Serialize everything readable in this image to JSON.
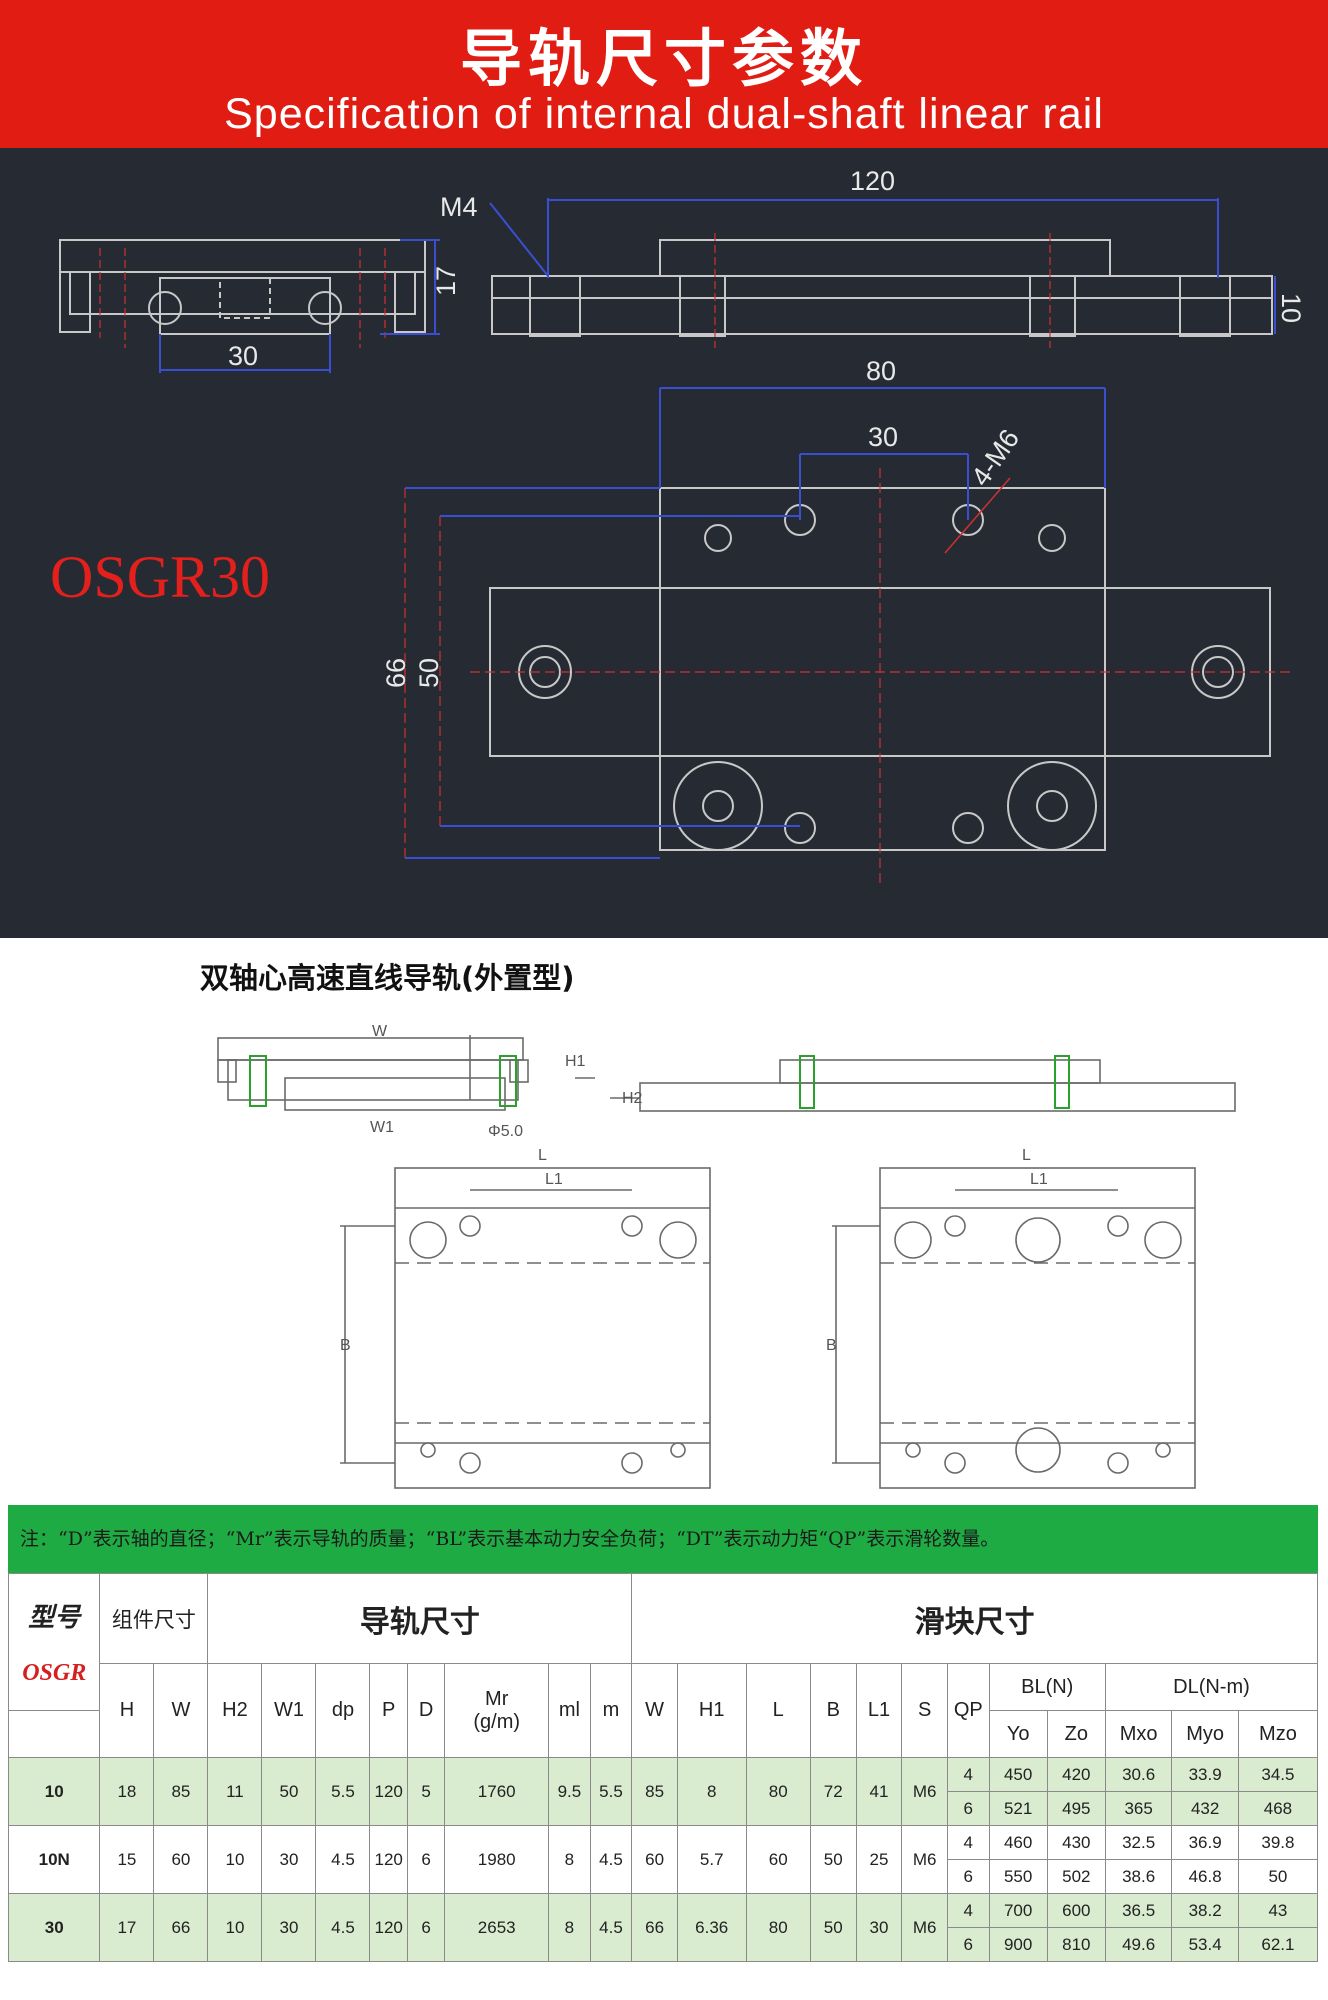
{
  "banner": {
    "title_cn": "导轨尺寸参数",
    "title_en": "Specification of internal dual-shaft linear rail"
  },
  "drawing_top": {
    "model_label": "OSGR30",
    "dims": {
      "d120": "120",
      "m4": "M4",
      "d17": "17",
      "d10": "10",
      "d30a": "30",
      "d80": "80",
      "d30b": "30",
      "d4m6": "4-M6",
      "d66": "66",
      "d50": "50"
    }
  },
  "drawing_bottom": {
    "subtitle": "双轴心高速直线导轨(外置型)",
    "labels": {
      "w": "W",
      "h1": "H1",
      "h2": "H2",
      "w1": "W1",
      "phi": "Φ5.0",
      "l": "L",
      "l1": "L1",
      "b": "B"
    }
  },
  "note": "注：“D”表示轴的直径；“Mr”表示导轨的质量；“BL”表示基本动力安全负荷；“DT”表示动力矩“QP”表示滑轮数量。",
  "table": {
    "model_header": "型号",
    "model_series": "OSGR",
    "assembly_header": "组件尺寸",
    "rail_header": "导轨尺寸",
    "slider_header": "滑块尺寸",
    "cols": {
      "H": "H",
      "W": "W",
      "H2": "H2",
      "W1": "W1",
      "dp": "dp",
      "P": "P",
      "D": "D",
      "Mr": "Mr",
      "Mr_unit": "(g/m)",
      "ml": "ml",
      "m": "m",
      "W_s": "W",
      "H1": "H1",
      "L": "L",
      "B": "B",
      "L1": "L1",
      "S": "S",
      "QP": "QP",
      "BL": "BL(N)",
      "DL": "DL(N-m)",
      "Yo": "Yo",
      "Zo": "Zo",
      "Mxo": "Mxo",
      "Myo": "Myo",
      "Mzo": "Mzo"
    },
    "rows": [
      {
        "model": "10",
        "H": "18",
        "W": "85",
        "H2": "11",
        "W1": "50",
        "dp": "5.5",
        "P": "120",
        "D": "5",
        "Mr": "1760",
        "ml": "9.5",
        "m": "5.5",
        "Ws": "85",
        "H1": "8",
        "L": "80",
        "B": "72",
        "L1": "41",
        "S": "M6",
        "sub": [
          {
            "QP": "4",
            "Yo": "450",
            "Zo": "420",
            "Mxo": "30.6",
            "Myo": "33.9",
            "Mzo": "34.5"
          },
          {
            "QP": "6",
            "Yo": "521",
            "Zo": "495",
            "Mxo": "365",
            "Myo": "432",
            "Mzo": "468"
          }
        ]
      },
      {
        "model": "10N",
        "H": "15",
        "W": "60",
        "H2": "10",
        "W1": "30",
        "dp": "4.5",
        "P": "120",
        "D": "6",
        "Mr": "1980",
        "ml": "8",
        "m": "4.5",
        "Ws": "60",
        "H1": "5.7",
        "L": "60",
        "B": "50",
        "L1": "25",
        "S": "M6",
        "sub": [
          {
            "QP": "4",
            "Yo": "460",
            "Zo": "430",
            "Mxo": "32.5",
            "Myo": "36.9",
            "Mzo": "39.8"
          },
          {
            "QP": "6",
            "Yo": "550",
            "Zo": "502",
            "Mxo": "38.6",
            "Myo": "46.8",
            "Mzo": "50"
          }
        ]
      },
      {
        "model": "30",
        "H": "17",
        "W": "66",
        "H2": "10",
        "W1": "30",
        "dp": "4.5",
        "P": "120",
        "D": "6",
        "Mr": "2653",
        "ml": "8",
        "m": "4.5",
        "Ws": "66",
        "H1": "6.36",
        "L": "80",
        "B": "50",
        "L1": "30",
        "S": "M6",
        "sub": [
          {
            "QP": "4",
            "Yo": "700",
            "Zo": "600",
            "Mxo": "36.5",
            "Myo": "38.2",
            "Mzo": "43"
          },
          {
            "QP": "6",
            "Yo": "900",
            "Zo": "810",
            "Mxo": "49.6",
            "Myo": "53.4",
            "Mzo": "62.1"
          }
        ]
      }
    ]
  }
}
